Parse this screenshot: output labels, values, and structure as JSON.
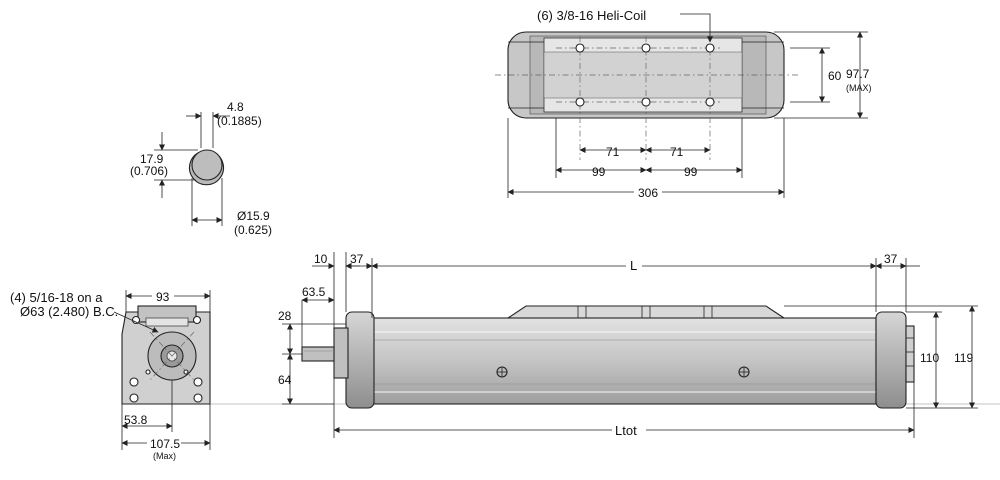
{
  "heli_coil_label": "(6) 3/8-16 Heli-Coil",
  "top_view": {
    "dim_60": "60",
    "dim_97_7": "97.7",
    "dim_max": "(MAX)",
    "dim_71_left": "71",
    "dim_71_right": "71",
    "dim_99_left": "99",
    "dim_99_right": "99",
    "dim_306": "306"
  },
  "shaft_detail": {
    "dim_4_8": "4.8",
    "dim_0_1885": "(0.1885)",
    "dim_17_9": "17.9",
    "dim_0_706": "(0.706)",
    "dim_dia_15_9": "Ø15.9",
    "dim_0_625": "(0.625)"
  },
  "end_view": {
    "bolt_line1": "(4) 5/16-18 on a",
    "bolt_line2": "Ø63 (2.480) B.C.",
    "dim_93": "93",
    "dim_53_8": "53.8",
    "dim_107_5": "107.5",
    "dim_max": "(Max)"
  },
  "side_view": {
    "dim_10": "10",
    "dim_37_left": "37",
    "dim_L": "L",
    "dim_37_right": "37",
    "dim_63_5": "63.5",
    "dim_28": "28",
    "dim_64": "64",
    "dim_110": "110",
    "dim_119": "119",
    "dim_Ltot": "Ltot"
  },
  "colors": {
    "body_gray": "#c9c9c9",
    "endcap_gray": "#b5b5b5",
    "line": "#222222"
  }
}
